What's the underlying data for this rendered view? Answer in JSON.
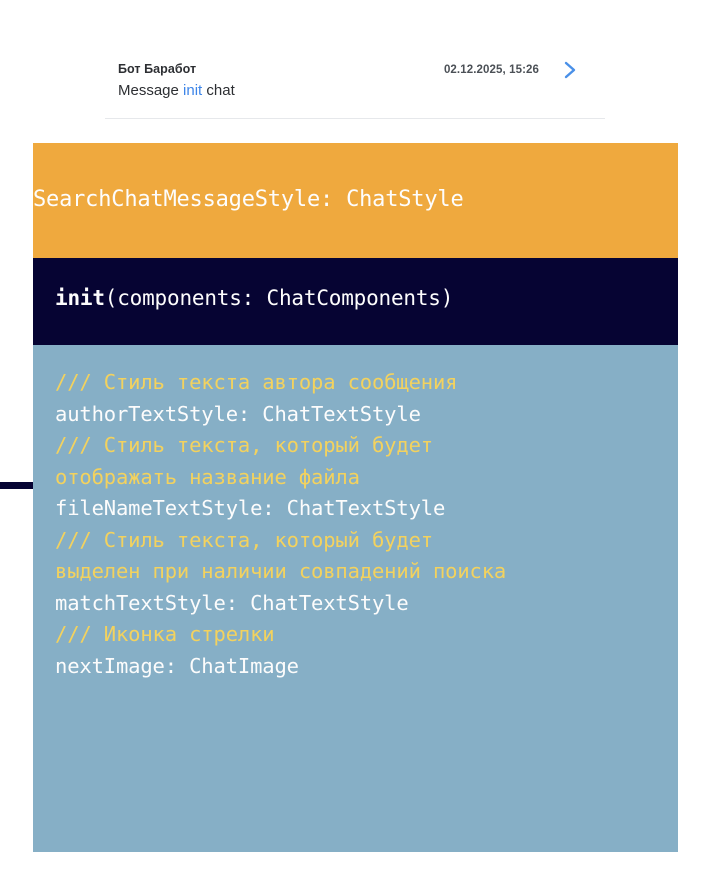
{
  "search_result": {
    "title": "Бот Баработ",
    "snippet_prefix": "Message ",
    "snippet_match": "init",
    "snippet_suffix": " chat",
    "timestamp": "02.12.2025, 15:26",
    "chevron_icon": "chevron-right-icon",
    "match_color": "#3d85e8"
  },
  "code_card": {
    "declaration": "SearchChatMessageStyle: ChatStyle",
    "declaration_bg": "#efa93e",
    "initializer_keyword": "init",
    "initializer_signature": "(components: ChatComponents)",
    "initializer_bg": "#060433",
    "members_bg": "#86afc6",
    "comment_color": "#f3d25e",
    "declaration_color": "#fcfcfc",
    "members": [
      {
        "kind": "comment",
        "text": "/// Стиль текста автора сообщения"
      },
      {
        "kind": "decl",
        "text": "authorTextStyle: ChatTextStyle"
      },
      {
        "kind": "comment",
        "text": "/// Стиль текста, который будет"
      },
      {
        "kind": "comment",
        "text": "отображать название файла"
      },
      {
        "kind": "decl",
        "text": "fileNameTextStyle: ChatTextStyle"
      },
      {
        "kind": "comment",
        "text": "/// Стиль текста, который будет"
      },
      {
        "kind": "comment",
        "text": "выделен при наличии совпадений поиска"
      },
      {
        "kind": "decl",
        "text": "matchTextStyle: ChatTextStyle"
      },
      {
        "kind": "comment",
        "text": "/// Иконка стрелки"
      },
      {
        "kind": "decl",
        "text": "nextImage: ChatImage"
      }
    ]
  }
}
